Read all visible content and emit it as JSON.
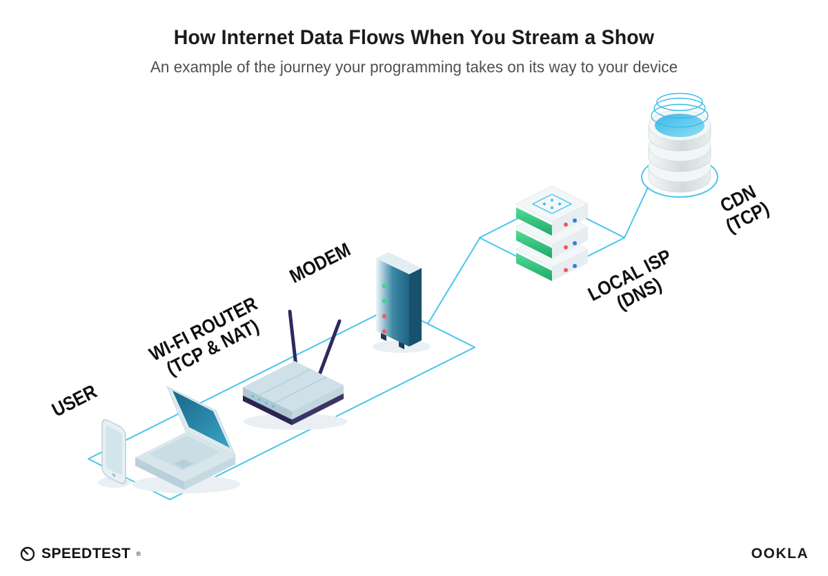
{
  "header": {
    "title": "How Internet Data Flows When You Stream a Show",
    "subtitle": "An example of the journey your programming takes on its way to your device"
  },
  "diagram": {
    "colors": {
      "accent_cyan": "#49c4ee",
      "server_green": "#2fc57d",
      "device_teal": "#23738f",
      "antenna_navy": "#2c2a5e",
      "led_green": "#3fd988",
      "led_red": "#ef5d5d"
    },
    "nodes": {
      "user": {
        "line1": "USER"
      },
      "wifi_router": {
        "line1": "WI-FI ROUTER",
        "line2": "(TCP & NAT)"
      },
      "modem": {
        "line1": "MODEM"
      },
      "local_isp": {
        "line1": "LOCAL ISP",
        "line2": "(DNS)"
      },
      "cdn": {
        "line1": "CDN",
        "line2": "(TCP)"
      }
    }
  },
  "footer": {
    "speedtest": {
      "label": "SPEEDTEST",
      "trademark": "®"
    },
    "ookla": {
      "label": "OOKLA"
    }
  }
}
